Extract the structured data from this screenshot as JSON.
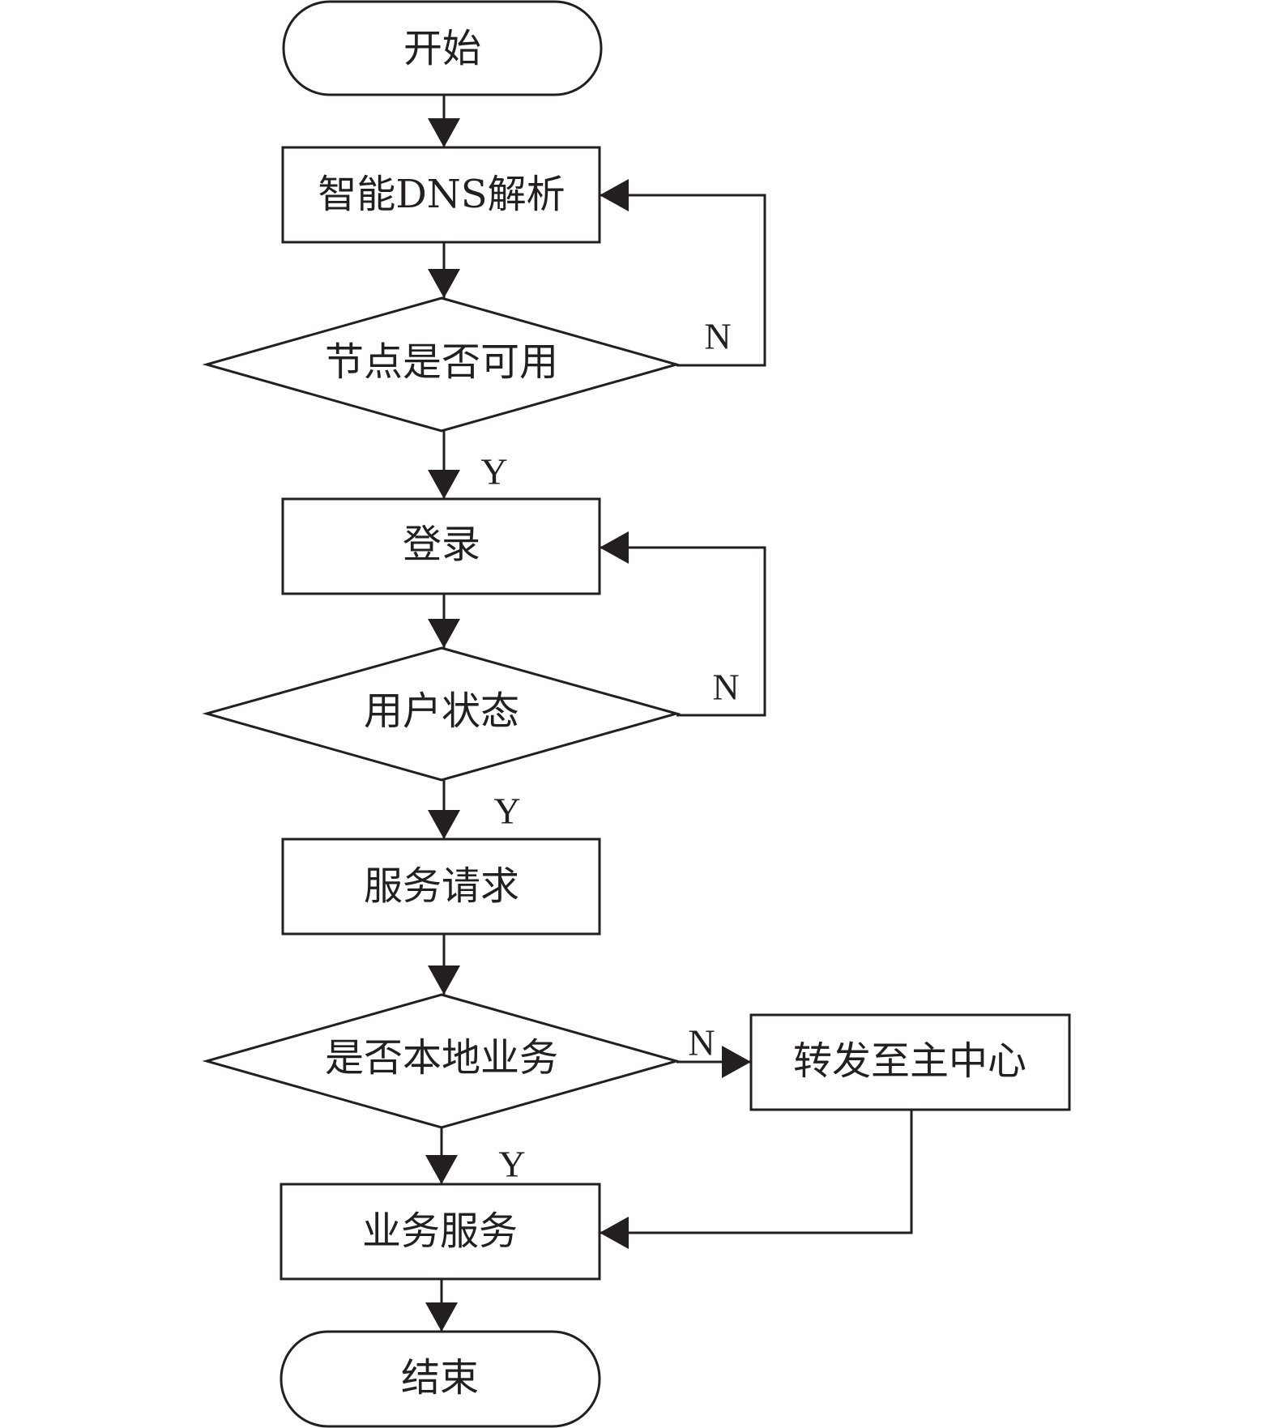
{
  "colors": {
    "stroke": "#231f20",
    "fill": "#ffffff",
    "text": "#231f20"
  },
  "nodes": {
    "start": "开始",
    "dns": "智能DNS解析",
    "node_available": "节点是否可用",
    "login": "登录",
    "user_status": "用户状态",
    "service_request": "服务请求",
    "is_local": "是否本地业务",
    "forward": "转发至主中心",
    "business_service": "业务服务",
    "end": "结束"
  },
  "edges": {
    "node_available_yes": "Y",
    "node_available_no": "N",
    "user_status_yes": "Y",
    "user_status_no": "N",
    "is_local_yes": "Y",
    "is_local_no": "N"
  }
}
